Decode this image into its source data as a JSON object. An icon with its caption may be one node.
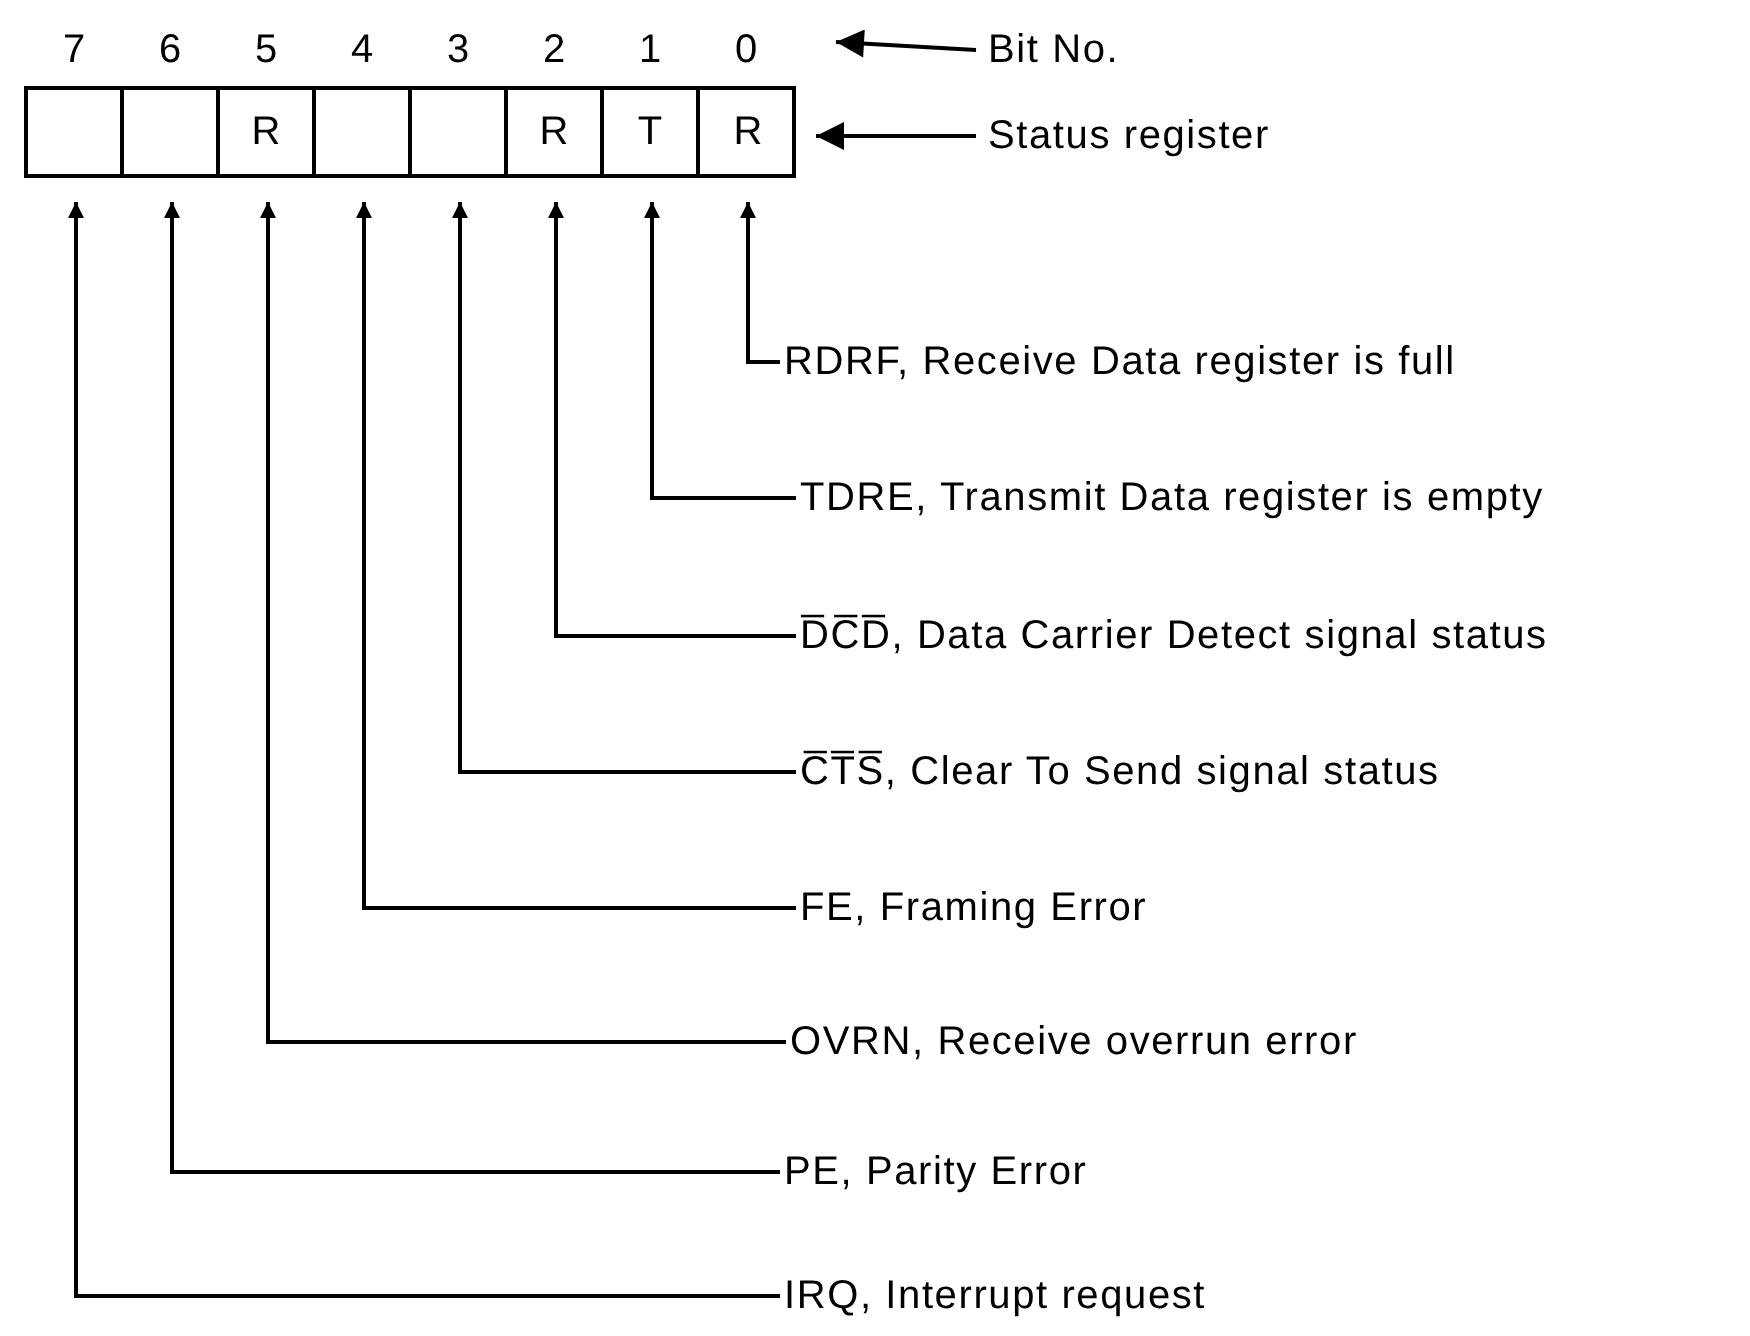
{
  "diagram": {
    "nodes": [
      {
        "text": [],
        "shape": "box"
      },
      {
        "text": [],
        "shape": "box",
        "in": 0
      },
      {
        "text": [],
        "shape": "box",
        "in": 0
      },
      {
        "text": [
          "R"
        ],
        "in": 0
      },
      {
        "text": [],
        "shape": "box",
        "in": 0
      },
      {
        "text": [],
        "shape": "box",
        "in": 0
      },
      {
        "text": [
          "R"
        ],
        "in": 0
      },
      {
        "text": [
          "T"
        ],
        "in": 0
      },
      {
        "text": [
          "R"
        ],
        "in": 0
      },
      {
        "text": [
          "Bit No."
        ]
      },
      {
        "text": [
          "Status register"
        ]
      },
      {
        "text": [
          "RDRF, Receive Data register is full"
        ]
      },
      {
        "text": [
          "TDRE, Transmit Data register is empty"
        ]
      },
      {
        "text": [
          "D̅C̅D̅, Data Carrier Detect signal status"
        ]
      },
      {
        "text": [
          "C̅T̅S̅, Clear To Send signal status"
        ]
      },
      {
        "text": [
          "FE, Framing Error"
        ]
      },
      {
        "text": [
          "OVRN, Receive overrun error"
        ]
      },
      {
        "text": [
          "PE, Parity Error"
        ]
      },
      {
        "text": [
          "IRQ, Interrupt request"
        ]
      }
    ],
    "edges": [
      {
        "from": 9,
        "to": null,
        "arrow": "to"
      },
      {
        "from": 10,
        "to": 0,
        "arrow": "to"
      },
      {
        "from": 11,
        "to": 8,
        "arrow": "to"
      },
      {
        "from": 12,
        "to": 7,
        "arrow": "to"
      },
      {
        "from": 13,
        "to": 6,
        "arrow": "to"
      },
      {
        "from": 14,
        "to": 5,
        "arrow": "to"
      },
      {
        "from": 15,
        "to": 4,
        "arrow": "to"
      },
      {
        "from": 16,
        "to": 3,
        "arrow": "to"
      },
      {
        "from": 17,
        "to": 2,
        "arrow": "to"
      },
      {
        "from": 18,
        "to": 1,
        "arrow": "to"
      }
    ],
    "labels": [
      "7",
      "6",
      "5",
      "4",
      "3",
      "2",
      "1",
      "0"
    ]
  }
}
